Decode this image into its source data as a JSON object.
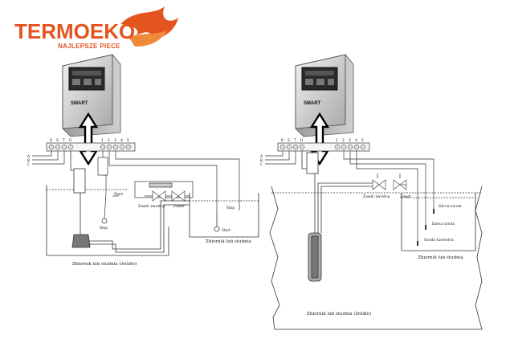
{
  "logo": {
    "brand": "TERMOEKO",
    "tagline": "NAJLEPSZE PIECE"
  },
  "left_diagram": {
    "controller_label": "SMART",
    "terminals": [
      "R",
      "S",
      "T",
      "U"
    ],
    "terminals_extra": [
      "1",
      "2",
      "3",
      "4",
      "5"
    ],
    "phase_labels": [
      "A",
      "B",
      "C"
    ],
    "float_start_label": "Start",
    "float_stop_label": "Stop",
    "valve_return_label": "Zawór zwrotny",
    "valve_label": "Zawór",
    "float2_stop_label": "Stop",
    "float2_start_label": "Start",
    "source_tank_label": "Zbiornik lub studnia (źródło)",
    "target_tank_label": "Zbiornik lub studnia"
  },
  "right_diagram": {
    "controller_label": "SMART",
    "terminals": [
      "R",
      "S",
      "T",
      "U"
    ],
    "terminals_extra": [
      "1",
      "2",
      "3",
      "4",
      "5"
    ],
    "phase_labels": [
      "A",
      "B",
      "C"
    ],
    "valve_return_label": "Zawór zwrotny",
    "valve_label": "Zawór",
    "probe_top_label": "Górna sonda",
    "probe_bottom_label": "Dolna sonda",
    "probe_control_label": "Sonda kontrolna",
    "source_tank_label": "Zbiornik lub studnia (źródło)",
    "target_tank_label": "Zbiornik lub studnia"
  }
}
